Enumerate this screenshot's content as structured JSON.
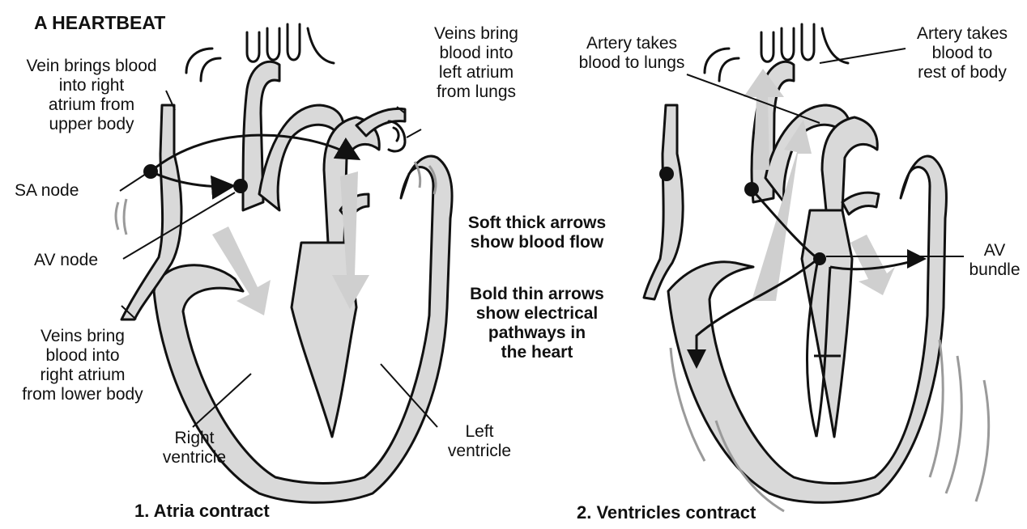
{
  "title": "A HEARTBEAT",
  "legend": {
    "soft": "Soft thick arrows\nshow blood flow",
    "bold": "Bold thin arrows\nshow electrical\npathways in\nthe heart"
  },
  "left": {
    "caption": "1. Atria contract",
    "labels": {
      "vein_upper": "Vein brings blood\ninto right\natrium from\nupper body",
      "veins_lungs": "Veins bring\nblood into\nleft atrium\nfrom lungs",
      "sa_node": "SA node",
      "av_node": "AV node",
      "veins_lower": "Veins bring\nblood into\nright atrium\nfrom lower body",
      "right_ventricle": "Right\nventricle",
      "left_ventricle": "Left\nventricle"
    }
  },
  "right": {
    "caption": "2. Ventricles contract",
    "labels": {
      "artery_lungs": "Artery takes\nblood to lungs",
      "artery_body": "Artery takes\nblood to\nrest of body",
      "av_bundle": "AV\nbundle"
    }
  },
  "colors": {
    "tissue": "#d9d9d9",
    "outline": "#111111",
    "flow_arrow": "#cfcfcf",
    "vibration": "#9a9a9a"
  }
}
